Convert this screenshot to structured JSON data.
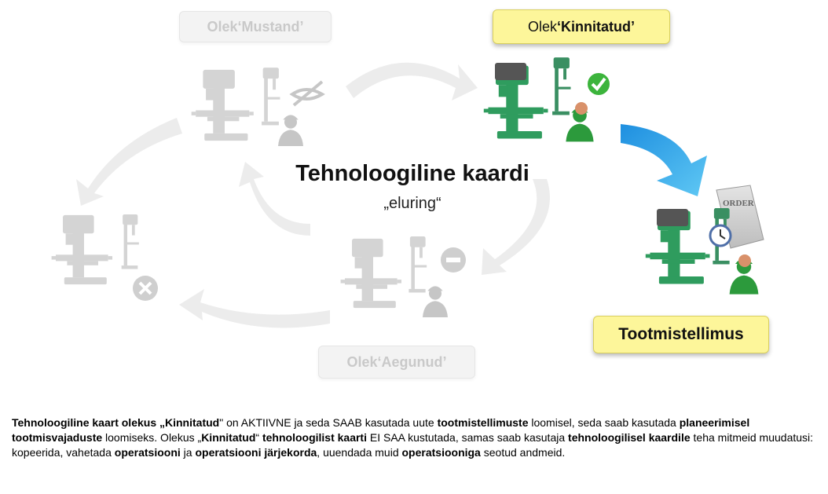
{
  "diagram": {
    "title": "Tehnoloogiline kaardi",
    "subtitle": "„eluring“",
    "states": {
      "draft": {
        "prefix": "Olek ",
        "name": "‘Mustand’"
      },
      "approved": {
        "prefix": "Olek ",
        "name": "‘Kinnitatud’"
      },
      "expired": {
        "prefix": "Olek ",
        "name": "‘Aegunud’"
      }
    },
    "order_label": "Tootmistellimus",
    "order_sheet_text": "ORDER"
  },
  "caption": {
    "p1": "Tehnoloogiline kaart olekus „",
    "p2": "Kinnitatud",
    "p3": "\"  on AKTIIVNE ja seda SAAB kasutada uute ",
    "p4": "tootmistellimuste",
    "p5": " loomisel, seda saab kasutada ",
    "p6": "planeerimisel tootmisvajaduste",
    "p7": " loomiseks. Olekus „",
    "p8": "Kinnitatud",
    "p9": "“  ",
    "p10": "tehnoloogilist kaarti",
    "p11": " EI SAA kustutada, samas saab kasutaja ",
    "p12": "tehnoloogilisel kaardile",
    "p13": " teha mitmeid muudatusi: kopeerida,  vahetada ",
    "p14": "operatsiooni",
    "p15": " ja ",
    "p16": "operatsiooni järjekorda",
    "p17": ", uuendada muid ",
    "p18": "operatsiooniga",
    "p19": " seotud andmeid."
  },
  "colors": {
    "machine_green": "#2f9c5e",
    "callout_yellow": "#fdf69a",
    "big_arrow_blue": "#2aa7ea",
    "ok_green": "#3cb43c"
  }
}
